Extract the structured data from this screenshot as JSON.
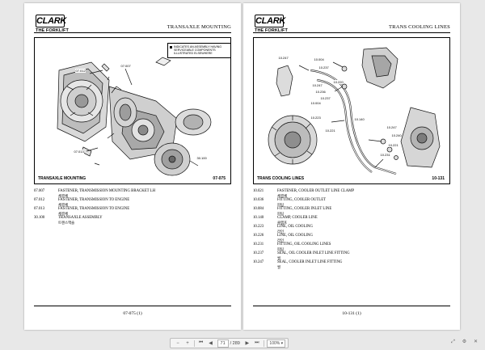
{
  "brand": {
    "logo": "CLARK",
    "tagline": "THE FORKLIFT"
  },
  "left_page": {
    "section_title": "TRANSAXLE MOUNTING",
    "figure": {
      "caption": "TRANSAXLE MOUNTING",
      "code": "07-075",
      "note": "INDICATES AN ASSEMBLY HAVING SERVICEABLE COMPONENTS ILLUSTRATED ELSEWHERE",
      "callouts": [
        "07.012",
        "07.007",
        "07.013",
        "30.100"
      ]
    },
    "parts": [
      {
        "code": "07.007",
        "desc": "FASTENER, TRANSMISSION MOUNTING BRACKET LH",
        "native": "체결체"
      },
      {
        "code": "07.012",
        "desc": "FASTENER, TRANSMISSION TO ENGINE",
        "native": "체결체"
      },
      {
        "code": "07.013",
        "desc": "FASTENER, TRANSMISSION TO ENGINE",
        "native": "체결체"
      },
      {
        "code": "30.100",
        "desc": "TRANSAXLE ASSEMBLY",
        "native": "트랜스액슬"
      }
    ],
    "page_number": "07-075 (1)"
  },
  "right_page": {
    "section_title": "TRANS COOLING LINES",
    "figure": {
      "caption": "TRANS COOLING LINES",
      "code": "10-131",
      "callouts": [
        "10.247",
        "10.004",
        "10.237",
        "10.220",
        "10.247",
        "10.236",
        "10.004",
        "10.237",
        "10.223",
        "10.140",
        "10.221",
        "10.240",
        "10.247",
        "10.221",
        "10.231"
      ]
    },
    "parts": [
      {
        "code": "10.021",
        "desc": "FASTENER, COOLER OUTLET LINE CLAMP",
        "native": "체결체"
      },
      {
        "code": "10.036",
        "desc": "FITTING, COOLER OUTLET",
        "native": "피팅"
      },
      {
        "code": "10.084",
        "desc": "FITTING, COOLER INLET LINE",
        "native": "피팅"
      },
      {
        "code": "10.140",
        "desc": "CLAMP, COOLER LINE",
        "native": "클램프"
      },
      {
        "code": "10.223",
        "desc": "LINE, OIL COOLING",
        "native": "라인"
      },
      {
        "code": "10.226",
        "desc": "LINE, OIL COOLING",
        "native": "라인"
      },
      {
        "code": "10.231",
        "desc": "FITTING, OIL COOLING LINES",
        "native": "피팅"
      },
      {
        "code": "10.237",
        "desc": "SEAL, OIL COOLER INLET LINE FITTING",
        "native": "씰"
      },
      {
        "code": "10.247",
        "desc": "SEAL, COOLER INLET LINE FITTING",
        "native": "씰"
      }
    ],
    "page_number": "10-131 (1)"
  },
  "viewer": {
    "current_page": "71",
    "total_pages": "/ 289",
    "zoom": "100%",
    "icons": [
      "zoom-out-icon",
      "zoom-in-icon",
      "first-page-icon",
      "prev-page-icon",
      "next-page-icon",
      "last-page-icon",
      "fit-icon",
      "settings-icon",
      "close-icon"
    ]
  }
}
